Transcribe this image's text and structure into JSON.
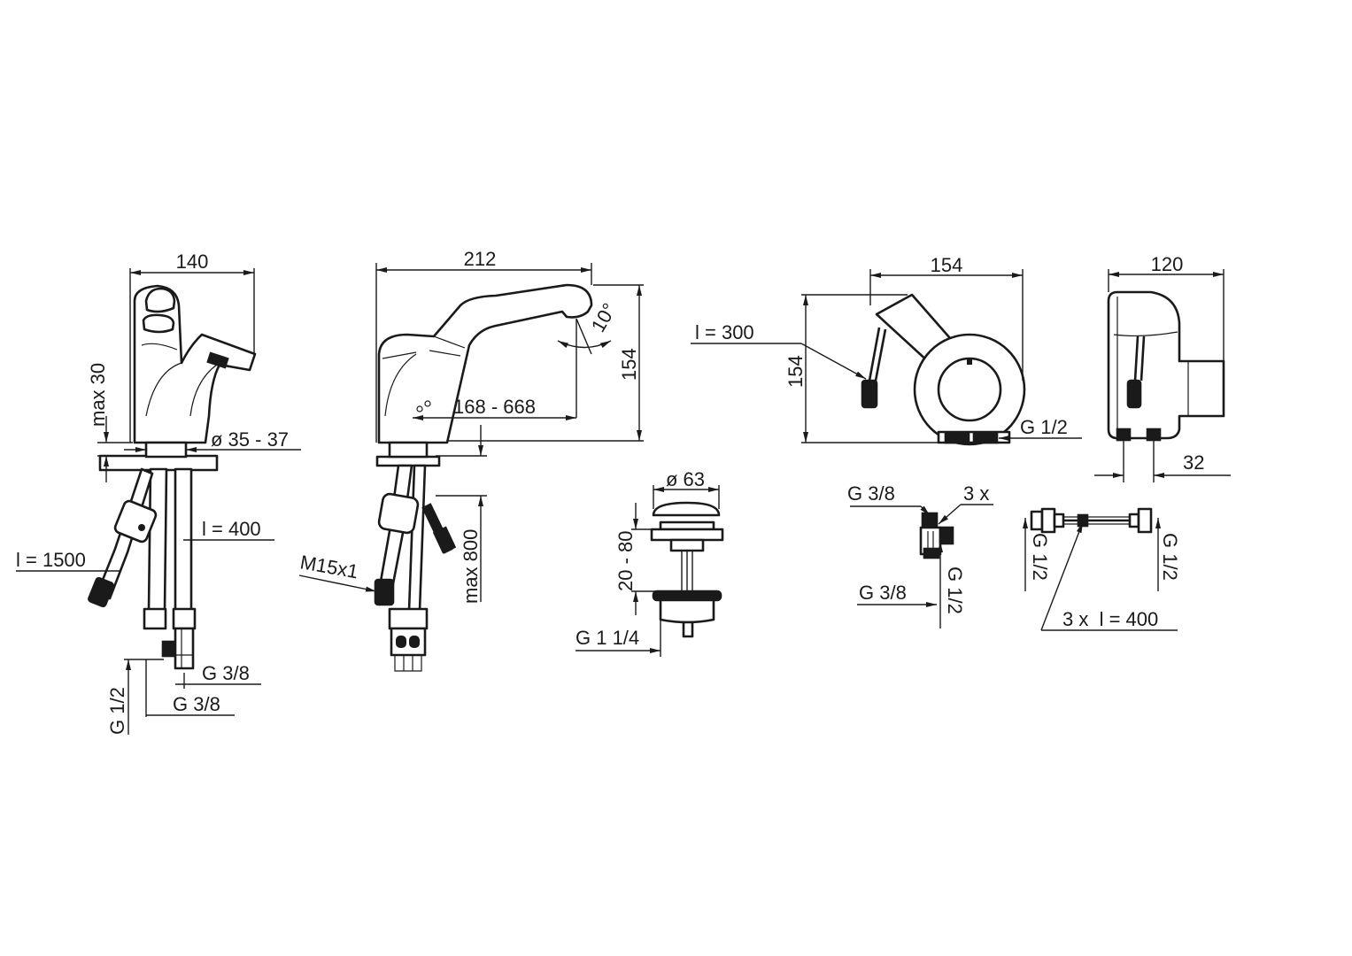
{
  "colors": {
    "ink": "#1a1a1a",
    "background": "#ffffff"
  },
  "labels": {
    "side_width": "140",
    "side_max30": "max 30",
    "side_diam": "ø 35 - 37",
    "side_l400": "l = 400",
    "side_l1500": "l = 1500",
    "side_g38a": "G 3/8",
    "side_g38b": "G 3/8",
    "side_g12": "G 1/2",
    "front_length": "212",
    "front_reach": "168 - 668",
    "front_angle": "10°",
    "front_height": "154",
    "front_max800": "max 800",
    "front_thread": "M15x1",
    "waste_diam": "ø 63",
    "waste_range": "20 - 80",
    "waste_thread": "G 1 1/4",
    "box_width": "154",
    "box_height": "154",
    "box_cable": "l = 300",
    "box_conn": "G 1/2",
    "box2_width": "120",
    "box2_depth": "32",
    "valve_in": "G 3/8",
    "valve_count": "3 x",
    "valve_out": "G 3/8",
    "valve_g12": "G 1/2",
    "hose_left": "G 1/2",
    "hose_right": "G 1/2",
    "hose_spec": "3 x  l = 400"
  }
}
